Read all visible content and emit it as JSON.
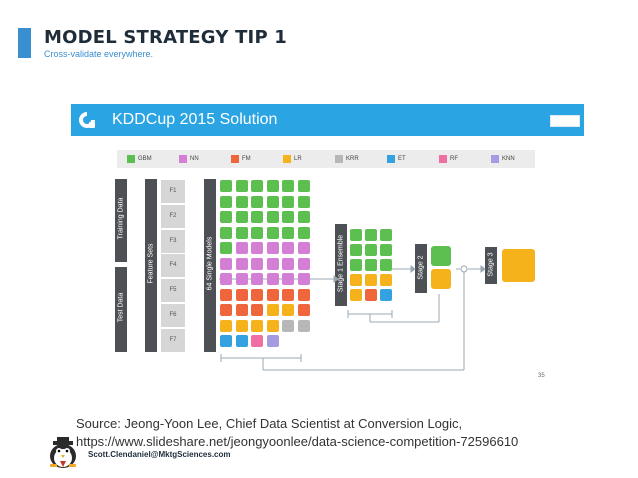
{
  "header": {
    "title": "MODEL STRATEGY TIP 1",
    "subtitle": "Cross-validate everywhere.",
    "accent_color": "#3a8fd1"
  },
  "slide": {
    "title": "KDDCup 2015 Solution",
    "header_color": "#2aa4e3",
    "logo_icon": "logo-icon",
    "page_number": "35",
    "legend": [
      {
        "label": "GBM",
        "color": "#5cbf4f"
      },
      {
        "label": "NN",
        "color": "#d37fd6"
      },
      {
        "label": "FM",
        "color": "#f0663c"
      },
      {
        "label": "LR",
        "color": "#f5b21b"
      },
      {
        "label": "KRR",
        "color": "#b7b7b7"
      },
      {
        "label": "ET",
        "color": "#34a2e0"
      },
      {
        "label": "RF",
        "color": "#ef6fa3"
      },
      {
        "label": "KNN",
        "color": "#a49be1"
      }
    ],
    "data_labels": [
      "Training Data",
      "Test Data"
    ],
    "feature_sets_label": "Feature Sets",
    "feature_sets": [
      "F1",
      "F2",
      "F3",
      "F4",
      "F5",
      "F6",
      "F7"
    ],
    "single_models_label": "64 Single Models",
    "single_model_rows": [
      [
        "GBM",
        "GBM",
        "GBM",
        "GBM",
        "GBM",
        "GBM"
      ],
      [
        "GBM",
        "GBM",
        "GBM",
        "GBM",
        "GBM",
        "GBM"
      ],
      [
        "GBM",
        "GBM",
        "GBM",
        "GBM",
        "GBM",
        "GBM"
      ],
      [
        "GBM",
        "GBM",
        "GBM",
        "GBM",
        "GBM",
        "GBM"
      ],
      [
        "GBM",
        "NN",
        "NN",
        "NN",
        "NN",
        "NN"
      ],
      [
        "NN",
        "NN",
        "NN",
        "NN",
        "NN",
        "NN"
      ],
      [
        "NN",
        "NN",
        "NN",
        "NN",
        "NN",
        "NN"
      ],
      [
        "FM",
        "FM",
        "FM",
        "FM",
        "FM",
        "FM"
      ],
      [
        "FM",
        "FM",
        "FM",
        "LR",
        "LR",
        "FM"
      ],
      [
        "LR",
        "LR",
        "LR",
        "LR",
        "KRR",
        "KRR"
      ],
      [
        "ET",
        "ET",
        "RF",
        "KNN"
      ]
    ],
    "stage1_label": "Stage 1 Ensemble",
    "stage1_rows": [
      [
        "GBM",
        "GBM",
        "GBM"
      ],
      [
        "GBM",
        "GBM",
        "GBM"
      ],
      [
        "GBM",
        "GBM",
        "GBM"
      ],
      [
        "LR",
        "LR",
        "LR"
      ],
      [
        "LR",
        "FM",
        "ET"
      ]
    ],
    "stage2_label": "Stage 2",
    "stage2_blocks": [
      "GBM",
      "LR"
    ],
    "stage3_label": "Stage 3",
    "stage3_block": "LR"
  },
  "footer": {
    "source_line": "Source: Jeong-Yoon Lee, Chief Data Scientist at Conversion Logic,",
    "url_line": "https://www.slideshare.net/jeongyoonlee/data-science-competition-72596610",
    "email": "Scott.Clendaniel@MktgSciences.com",
    "mascot_icon": "penguin-mascot-icon"
  }
}
